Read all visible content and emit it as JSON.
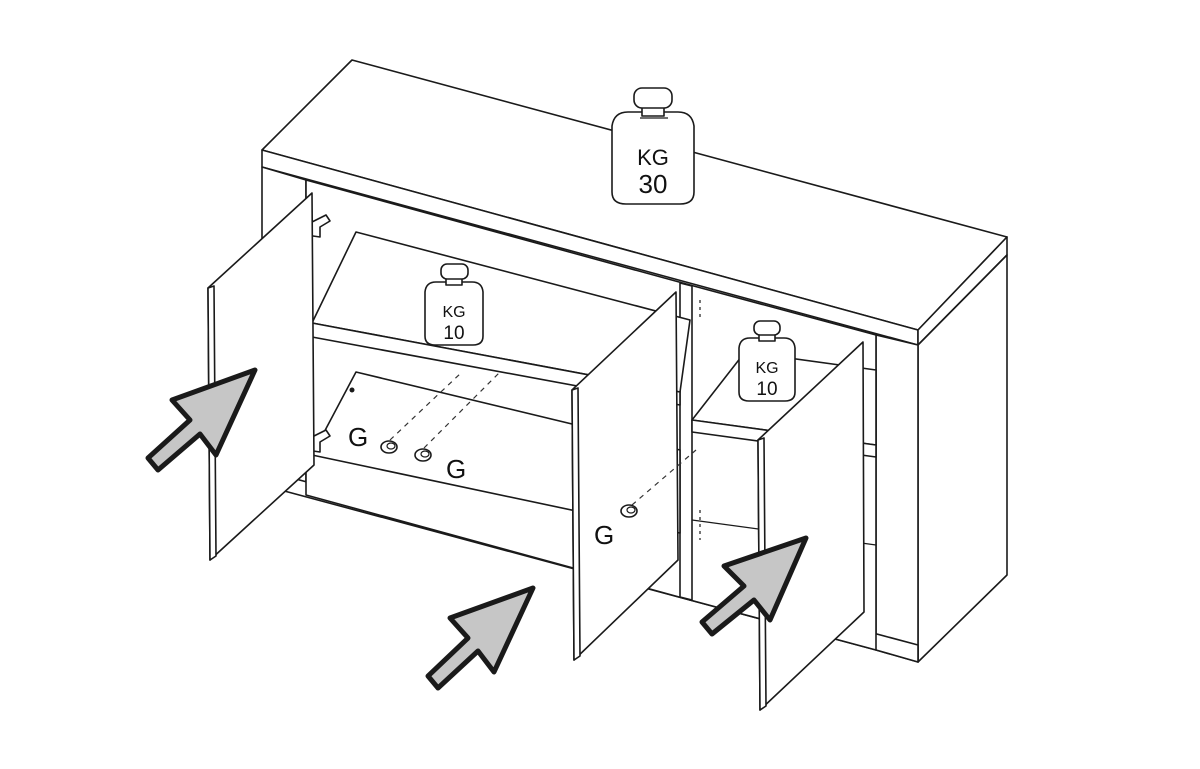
{
  "weights": {
    "top": {
      "unit": "KG",
      "value": "30"
    },
    "left": {
      "unit": "KG",
      "value": "10"
    },
    "right": {
      "unit": "KG",
      "value": "10"
    }
  },
  "hardware_labels": {
    "g1": "G",
    "g2": "G",
    "g3": "G"
  },
  "colors": {
    "line": "#1a1a1a",
    "arrow_fill": "#c6c6c6",
    "weight_fill": "#ffffff"
  }
}
